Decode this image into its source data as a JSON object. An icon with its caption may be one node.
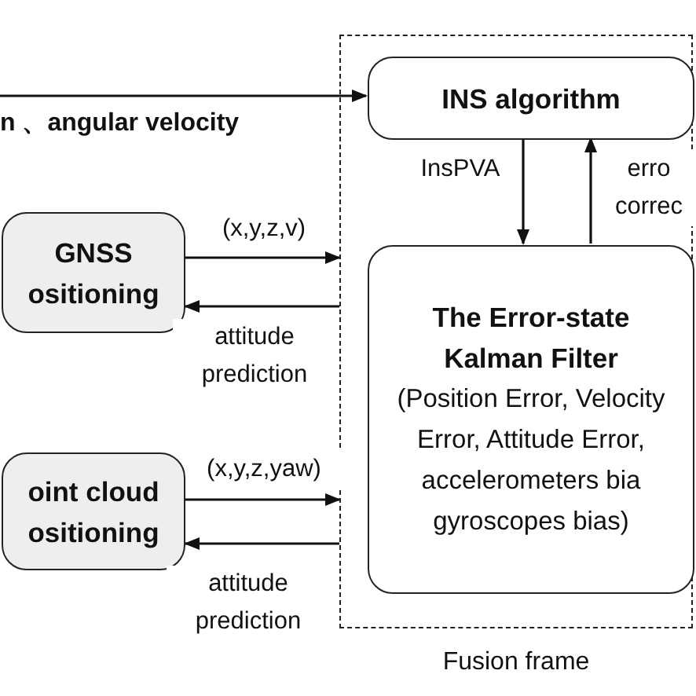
{
  "diagram": {
    "nodes": [
      {
        "text": [
          "Fusion frame"
        ]
      },
      {
        "text": [
          "INS algorithm"
        ],
        "in": 0
      },
      {
        "text": [
          "The Error-state Kalman Filter",
          "(Position Error, Velocity Error, Attitude Error, accelerometers bia gyroscopes bias)"
        ],
        "in": 0
      },
      {
        "text": [
          "GNSS ositioning"
        ]
      },
      {
        "text": [
          "oint cloud ositioning"
        ]
      }
    ],
    "edges": [
      {
        "from": null,
        "to": 1,
        "arrow": "to",
        "label": "n 、angular velocity"
      },
      {
        "from": 1,
        "to": 2,
        "arrow": "to",
        "label": "InsPVA"
      },
      {
        "from": 2,
        "to": 1,
        "arrow": "to",
        "label": "erro correc"
      },
      {
        "from": 3,
        "to": 0,
        "arrow": "to",
        "label": "(x,y,z,v)"
      },
      {
        "from": 0,
        "to": 3,
        "arrow": "to",
        "label": "attitude prediction"
      },
      {
        "from": 4,
        "to": 0,
        "arrow": "to",
        "label": "(x,y,z,yaw)"
      },
      {
        "from": 0,
        "to": 4,
        "arrow": "to",
        "label": "attitude prediction"
      }
    ]
  }
}
